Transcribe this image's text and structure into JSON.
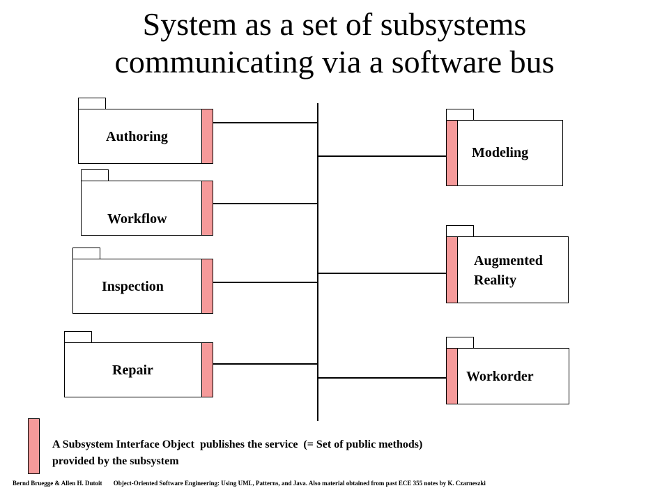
{
  "title": {
    "line1": "System as a set of subsystems",
    "line2": "communicating via a software bus"
  },
  "subsystems": {
    "authoring": "Authoring",
    "workflow": "Workflow",
    "inspection": "Inspection",
    "repair": "Repair",
    "modeling": "Modeling",
    "augmented_line1": "Augmented",
    "augmented_line2": "Reality",
    "workorder": "Workorder"
  },
  "legend": {
    "line1": "A Subsystem Interface Object  publishes the service  (= Set of public methods)",
    "line2": "provided by the subsystem"
  },
  "footer": {
    "authors": "Bernd Bruegge & Allen H. Dutoit",
    "course": "Object-Oriented Software Engineering: Using UML, Patterns, and Java. Also material obtained from past ECE 355 notes by K. Czarneszki"
  },
  "colors": {
    "interface_fill": "#f59a9a",
    "line": "#000000"
  }
}
